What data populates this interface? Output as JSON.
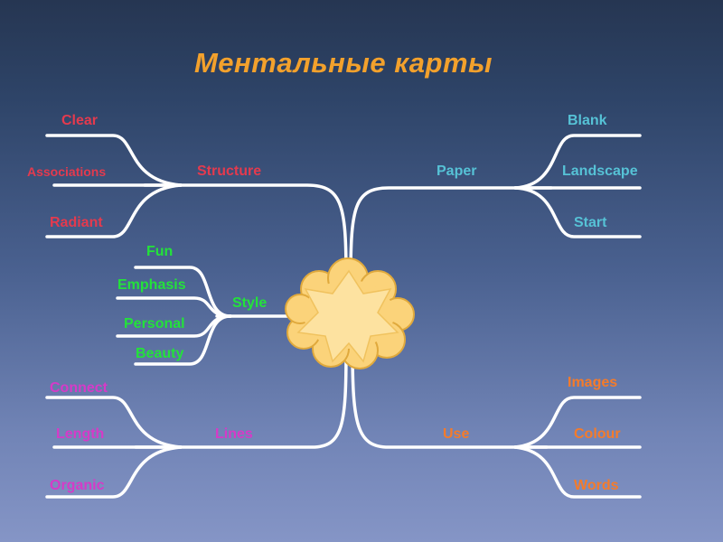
{
  "title": "Ментальные карты",
  "branches": {
    "structure": {
      "label": "Structure",
      "subs": [
        "Clear",
        "Associations",
        "Radiant"
      ]
    },
    "paper": {
      "label": "Paper",
      "subs": [
        "Blank",
        "Landscape",
        "Start"
      ]
    },
    "style": {
      "label": "Style",
      "subs": [
        "Fun",
        "Emphasis",
        "Personal",
        "Beauty"
      ]
    },
    "lines": {
      "label": "Lines",
      "subs": [
        "Connect",
        "Length",
        "Organic"
      ]
    },
    "use": {
      "label": "Use",
      "subs": [
        "Images",
        "Colour",
        "Words"
      ]
    }
  },
  "colors": {
    "background_top": "#263652",
    "background_bottom": "#8595c6",
    "title": "#f3a12c",
    "structure": "#e43a4e",
    "paper": "#56c2d6",
    "style": "#23e23a",
    "lines": "#d63ac8",
    "use": "#f57b2a",
    "center": "#fbd37a",
    "line": "#ffffff"
  }
}
